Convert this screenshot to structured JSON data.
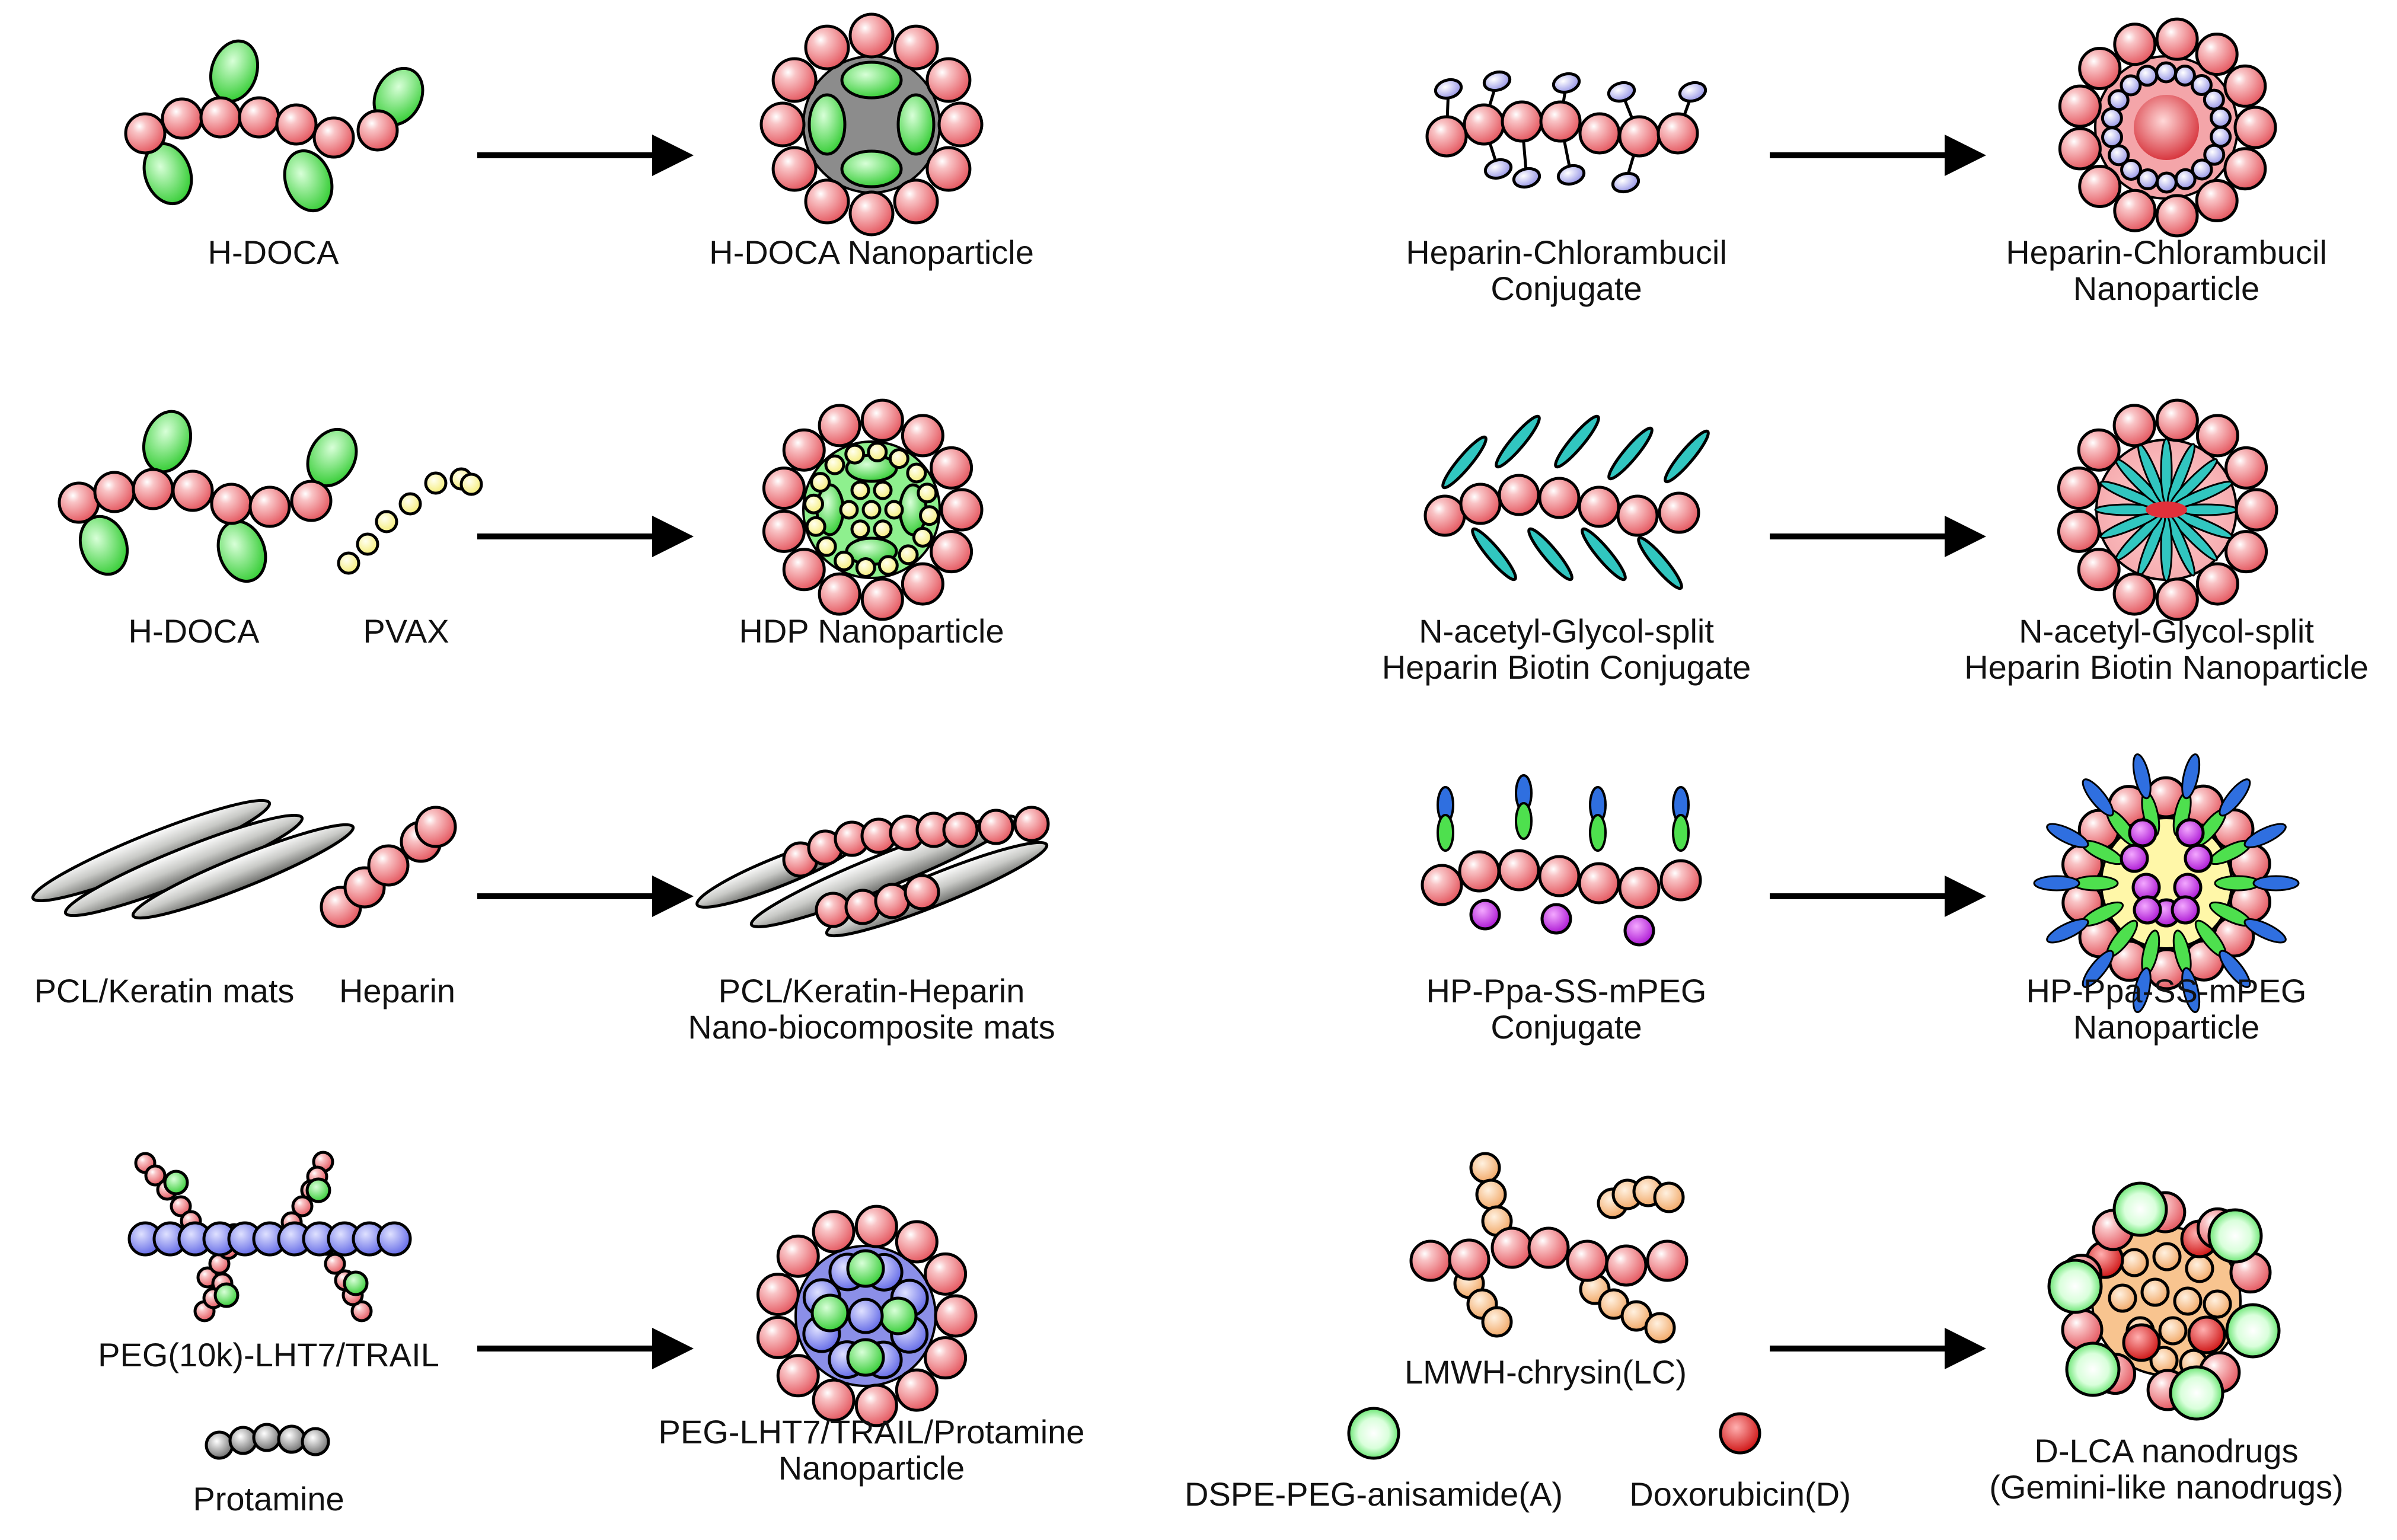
{
  "labels": {
    "hdoca_1": "H-DOCA",
    "hdoca_nano": "H-DOCA Nanoparticle",
    "hep_chl_1": "Heparin-Chlorambucil",
    "hep_chl_2": "Conjugate",
    "hep_chl_nano_1": "Heparin-Chlorambucil",
    "hep_chl_nano_2": "Nanoparticle",
    "hdoca_2": "H-DOCA",
    "pvax": "PVAX",
    "hdp_nano": "HDP Nanoparticle",
    "nagh_1": "N-acetyl-Glycol-split",
    "nagh_2": "Heparin Biotin Conjugate",
    "nagh_nano_1": "N-acetyl-Glycol-split",
    "nagh_nano_2": "Heparin Biotin Nanoparticle",
    "pcl": "PCL/Keratin mats",
    "heparin": "Heparin",
    "pcl_nano_1": "PCL/Keratin-Heparin",
    "pcl_nano_2": "Nano-biocomposite mats",
    "hpp_1": "HP-Ppa-SS-mPEG",
    "hpp_2": "Conjugate",
    "hpp_nano_1": "HP-Ppa-SS-mPEG",
    "hpp_nano_2": "Nanoparticle",
    "peg_lht7": "PEG(10k)-LHT7/TRAIL",
    "protamine": "Protamine",
    "peg_nano_1": "PEG-LHT7/TRAIL/Protamine",
    "peg_nano_2": "Nanoparticle",
    "lmwh": "LMWH-chrysin(LC)",
    "dspe": "DSPE-PEG-anisamide(A)",
    "dox": "Doxorubicin(D)",
    "dlca_1": "D-LCA nanodrugs",
    "dlca_2": "(Gemini-like nanodrugs)"
  },
  "colors": {
    "heparin": "#f07f84",
    "doca": "#5ee35e",
    "chlorambucil": "#a9a8ee",
    "pvax": "#fffa9c",
    "biotin": "#31c6c0",
    "ppa": "#c832ea",
    "peg_blue": "#2f6fe0",
    "peg_green": "#4ee04e",
    "lht7_blue": "#7f86f0",
    "chrysin": "#f8c48f",
    "anisamide": "#cfffd0",
    "dox": "#e41e1e",
    "mats": "#bfc0bd"
  }
}
